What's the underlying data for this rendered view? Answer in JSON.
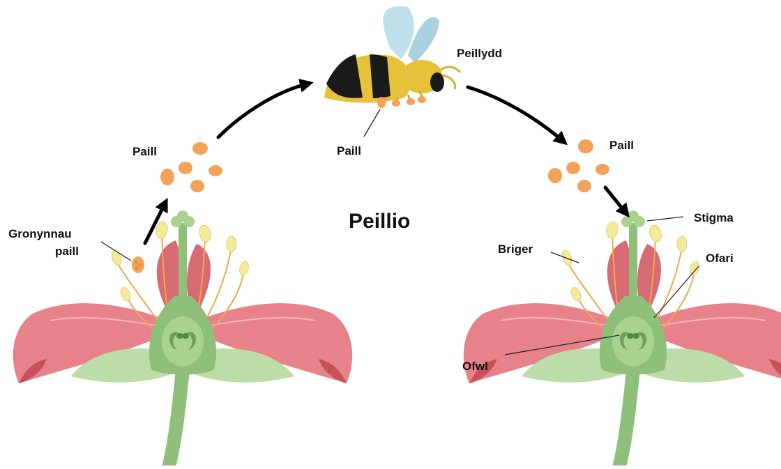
{
  "title": "Peillio",
  "labels": {
    "pollen_left": "Paill",
    "pollen_bee": "Paill",
    "pollen_right": "Paill",
    "pollinator": "Peillydd",
    "pollen_grains_line1": "Gronynnau",
    "pollen_grains_line2": "paill",
    "stigma": "Stigma",
    "anther": "Briger",
    "ovary": "Ofari",
    "ovule": "Ofwl"
  },
  "colors": {
    "petal": "#e8828a",
    "petal_dark": "#c8505a",
    "stem": "#8fc07a",
    "sepal": "#bcdca8",
    "pollen": "#f4a259",
    "anther": "#f3ea9a",
    "bee_yellow": "#e6c23a",
    "bee_black": "#1a1a1a",
    "wing": "#bfe0ea"
  }
}
